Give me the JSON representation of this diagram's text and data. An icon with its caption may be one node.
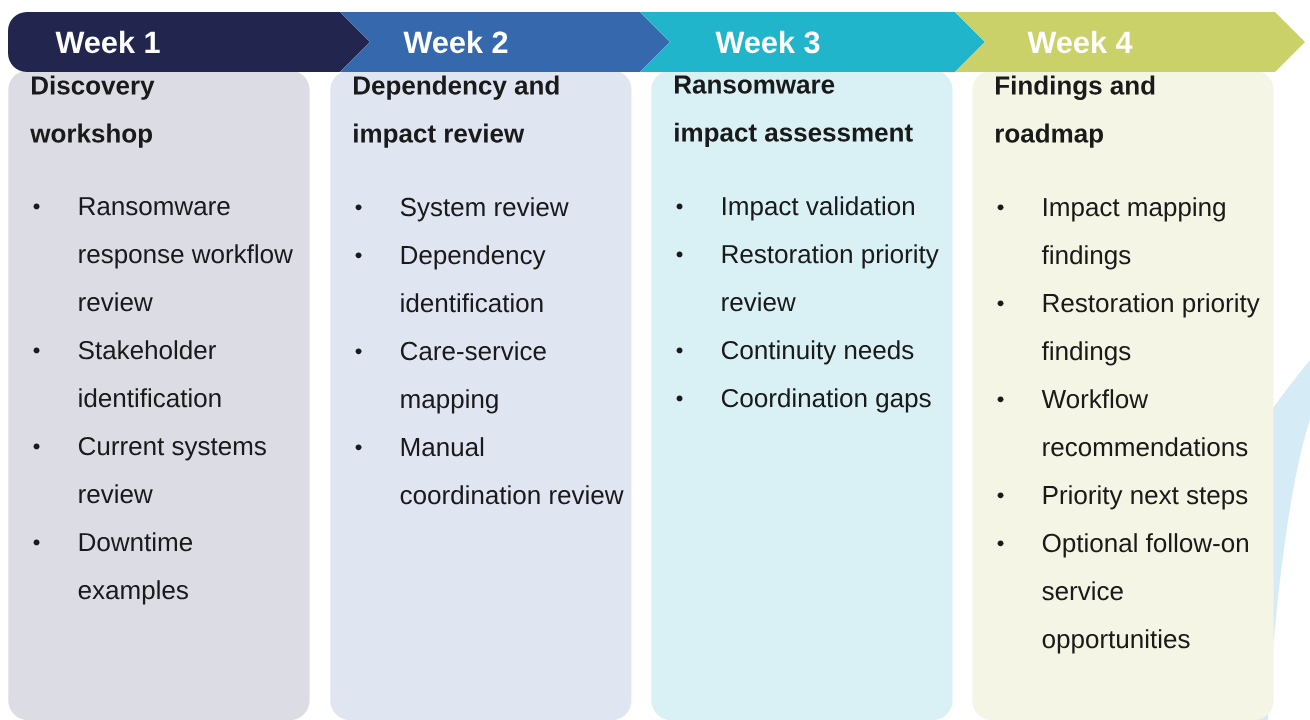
{
  "diagram": {
    "nodes": [
      {
        "text": [
          "Week 1"
        ]
      },
      {
        "text": [
          "Week 2"
        ]
      },
      {
        "text": [
          "Week 3"
        ]
      },
      {
        "text": [
          "Week 4"
        ]
      },
      {
        "text": [
          "Discovery workshop",
          "Ransomware response workflow review",
          "Stakeholder identification",
          "Current systems review",
          "Downtime examples"
        ]
      },
      {
        "text": [
          "Dependency and impact review",
          "System review",
          "Dependency identification",
          "Care-service mapping",
          "Manual coordination review"
        ]
      },
      {
        "text": [
          "Ransomware impact assessment",
          "Impact validation",
          "Restoration priority review",
          "Continuity needs",
          "Coordination gaps"
        ]
      },
      {
        "text": [
          "Findings and roadmap",
          "Impact mapping findings",
          "Restoration priority findings",
          "Workflow recommendations",
          "Priority next steps",
          "Optional follow-on service opportunities"
        ]
      }
    ]
  }
}
